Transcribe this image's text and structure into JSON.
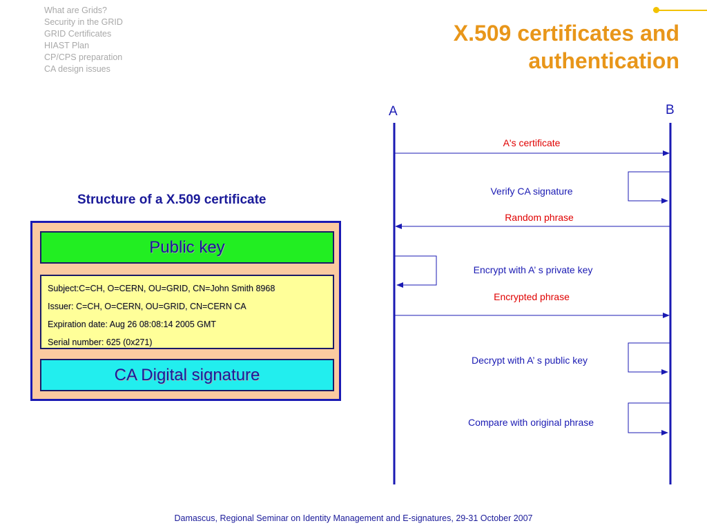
{
  "nav": {
    "items": [
      "What are Grids?",
      "Security in the GRID",
      "GRID Certificates",
      "HIAST Plan",
      "CP/CPS preparation",
      "CA design issues"
    ]
  },
  "title": {
    "line1": "X.509 certificates and",
    "line2": "authentication"
  },
  "structure": {
    "heading": "Structure of a X.509 certificate",
    "public_key": "Public key",
    "fields": [
      "Subject:C=CH, O=CERN, OU=GRID, CN=John Smith 8968",
      "Issuer: C=CH, O=CERN, OU=GRID, CN=CERN CA",
      "Expiration date: Aug 26 08:08:14 2005 GMT",
      "Serial number: 625 (0x271)"
    ],
    "ca_signature": "CA Digital signature"
  },
  "protocol": {
    "party_a": "A",
    "party_b": "B",
    "steps": {
      "a_cert": "A's certificate",
      "verify_ca": "Verify CA signature",
      "random_phrase": "Random phrase",
      "encrypt": "Encrypt with A’ s private key",
      "encrypted_phrase": "Encrypted phrase",
      "decrypt": "Decrypt with A’ s public key",
      "compare": "Compare with original phrase"
    }
  },
  "footer": "Damascus, Regional Seminar on Identity Management and E-signatures, 29-31 October 2007",
  "colors": {
    "title": "#e8961a",
    "accent_blue": "#1a1ab3",
    "message_red": "#e00000",
    "public_key_fill": "#22ee22",
    "fields_fill": "#ffff99",
    "ca_fill": "#22eeee",
    "outer_fill": "#fbcaa0"
  }
}
